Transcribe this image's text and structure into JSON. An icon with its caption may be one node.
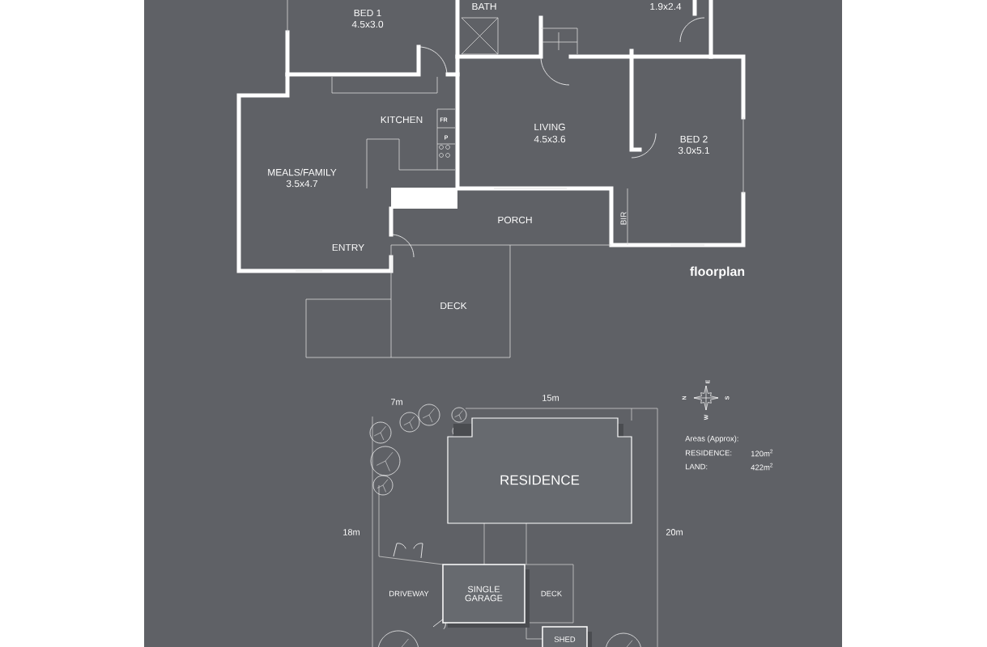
{
  "diagram": {
    "nodes": [
      {
        "text": [
          "RESIDENCE"
        ]
      },
      {
        "text": [
          "SINGLE GARAGE"
        ]
      },
      {
        "text": [
          "SHED"
        ]
      }
    ],
    "labels": [
      "BATH",
      "1.9x2.4",
      "BED 1",
      "4.5x3.0",
      "KITCHEN",
      "FR",
      "P",
      "LIVING",
      "4.5x3.6",
      "BED 2",
      "3.0x5.1",
      "MEALS/FAMILY",
      "3.5x4.7",
      "PORCH",
      "BIR",
      "ENTRY",
      "floorplan",
      "DECK",
      "7m",
      "15m",
      "E",
      "N",
      "S",
      "W",
      "Areas (Approx):",
      "RESIDENCE:",
      "120m$^{2}$",
      "LAND:",
      "422m$^{2}$",
      "18m",
      "20m",
      "DRIVEWAY",
      "DECK"
    ]
  }
}
